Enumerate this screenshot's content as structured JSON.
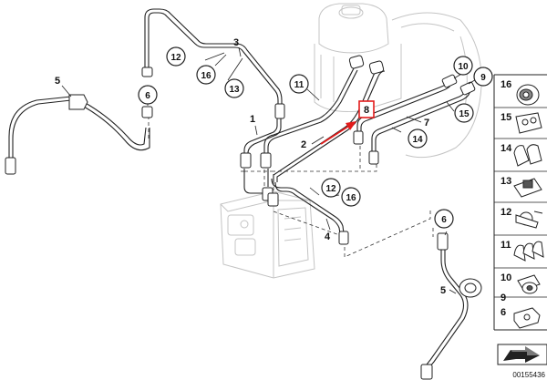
{
  "labels": {
    "l1": "1",
    "l2": "2",
    "l3": "3",
    "l4": "4",
    "l5a": "5",
    "l5b": "5",
    "l7": "7",
    "l8": "8"
  },
  "circles": {
    "c12a": "12",
    "c16a": "16",
    "c13": "13",
    "c6a": "6",
    "c11": "11",
    "c10": "10",
    "c9": "9",
    "c15": "15",
    "c14": "14",
    "c12b": "12",
    "c16b": "16",
    "c6b": "6"
  },
  "legend": {
    "items": [
      "16",
      "15",
      "14",
      "13",
      "12",
      "11",
      "10",
      "9",
      "6"
    ]
  },
  "footer": {
    "code": "00155436"
  },
  "colors": {
    "line": "#222222",
    "accent": "#e31b1b",
    "ghost": "#bdbdbd"
  }
}
